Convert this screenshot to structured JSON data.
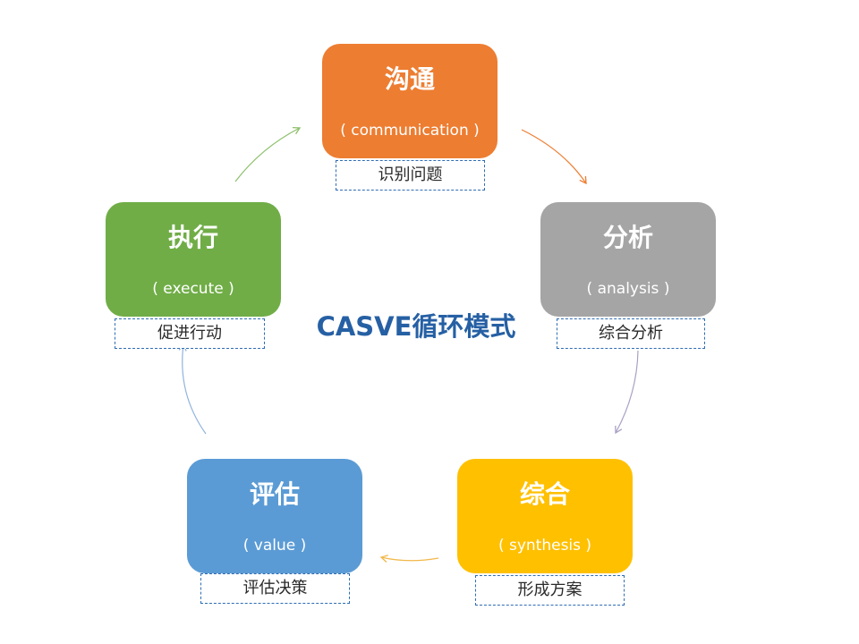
{
  "center_title": "CASVE循环模式",
  "colors": {
    "title": "#2660a4",
    "communication": "#ed7d31",
    "analysis": "#a5a5a5",
    "synthesis": "#ffc000",
    "value": "#5b9bd5",
    "execute": "#70ad47",
    "tag_border": "#2e6db4"
  },
  "nodes": {
    "communication": {
      "title": "沟通",
      "subtitle": "( communication )",
      "tag": "识别问题"
    },
    "analysis": {
      "title": "分析",
      "subtitle": "( analysis )",
      "tag": "综合分析"
    },
    "synthesis": {
      "title": "综合",
      "subtitle": "( synthesis )",
      "tag": "形成方案"
    },
    "value": {
      "title": "评估",
      "subtitle": "( value )",
      "tag": "评估决策"
    },
    "execute": {
      "title": "执行",
      "subtitle": "( execute )",
      "tag": "促进行动"
    }
  }
}
